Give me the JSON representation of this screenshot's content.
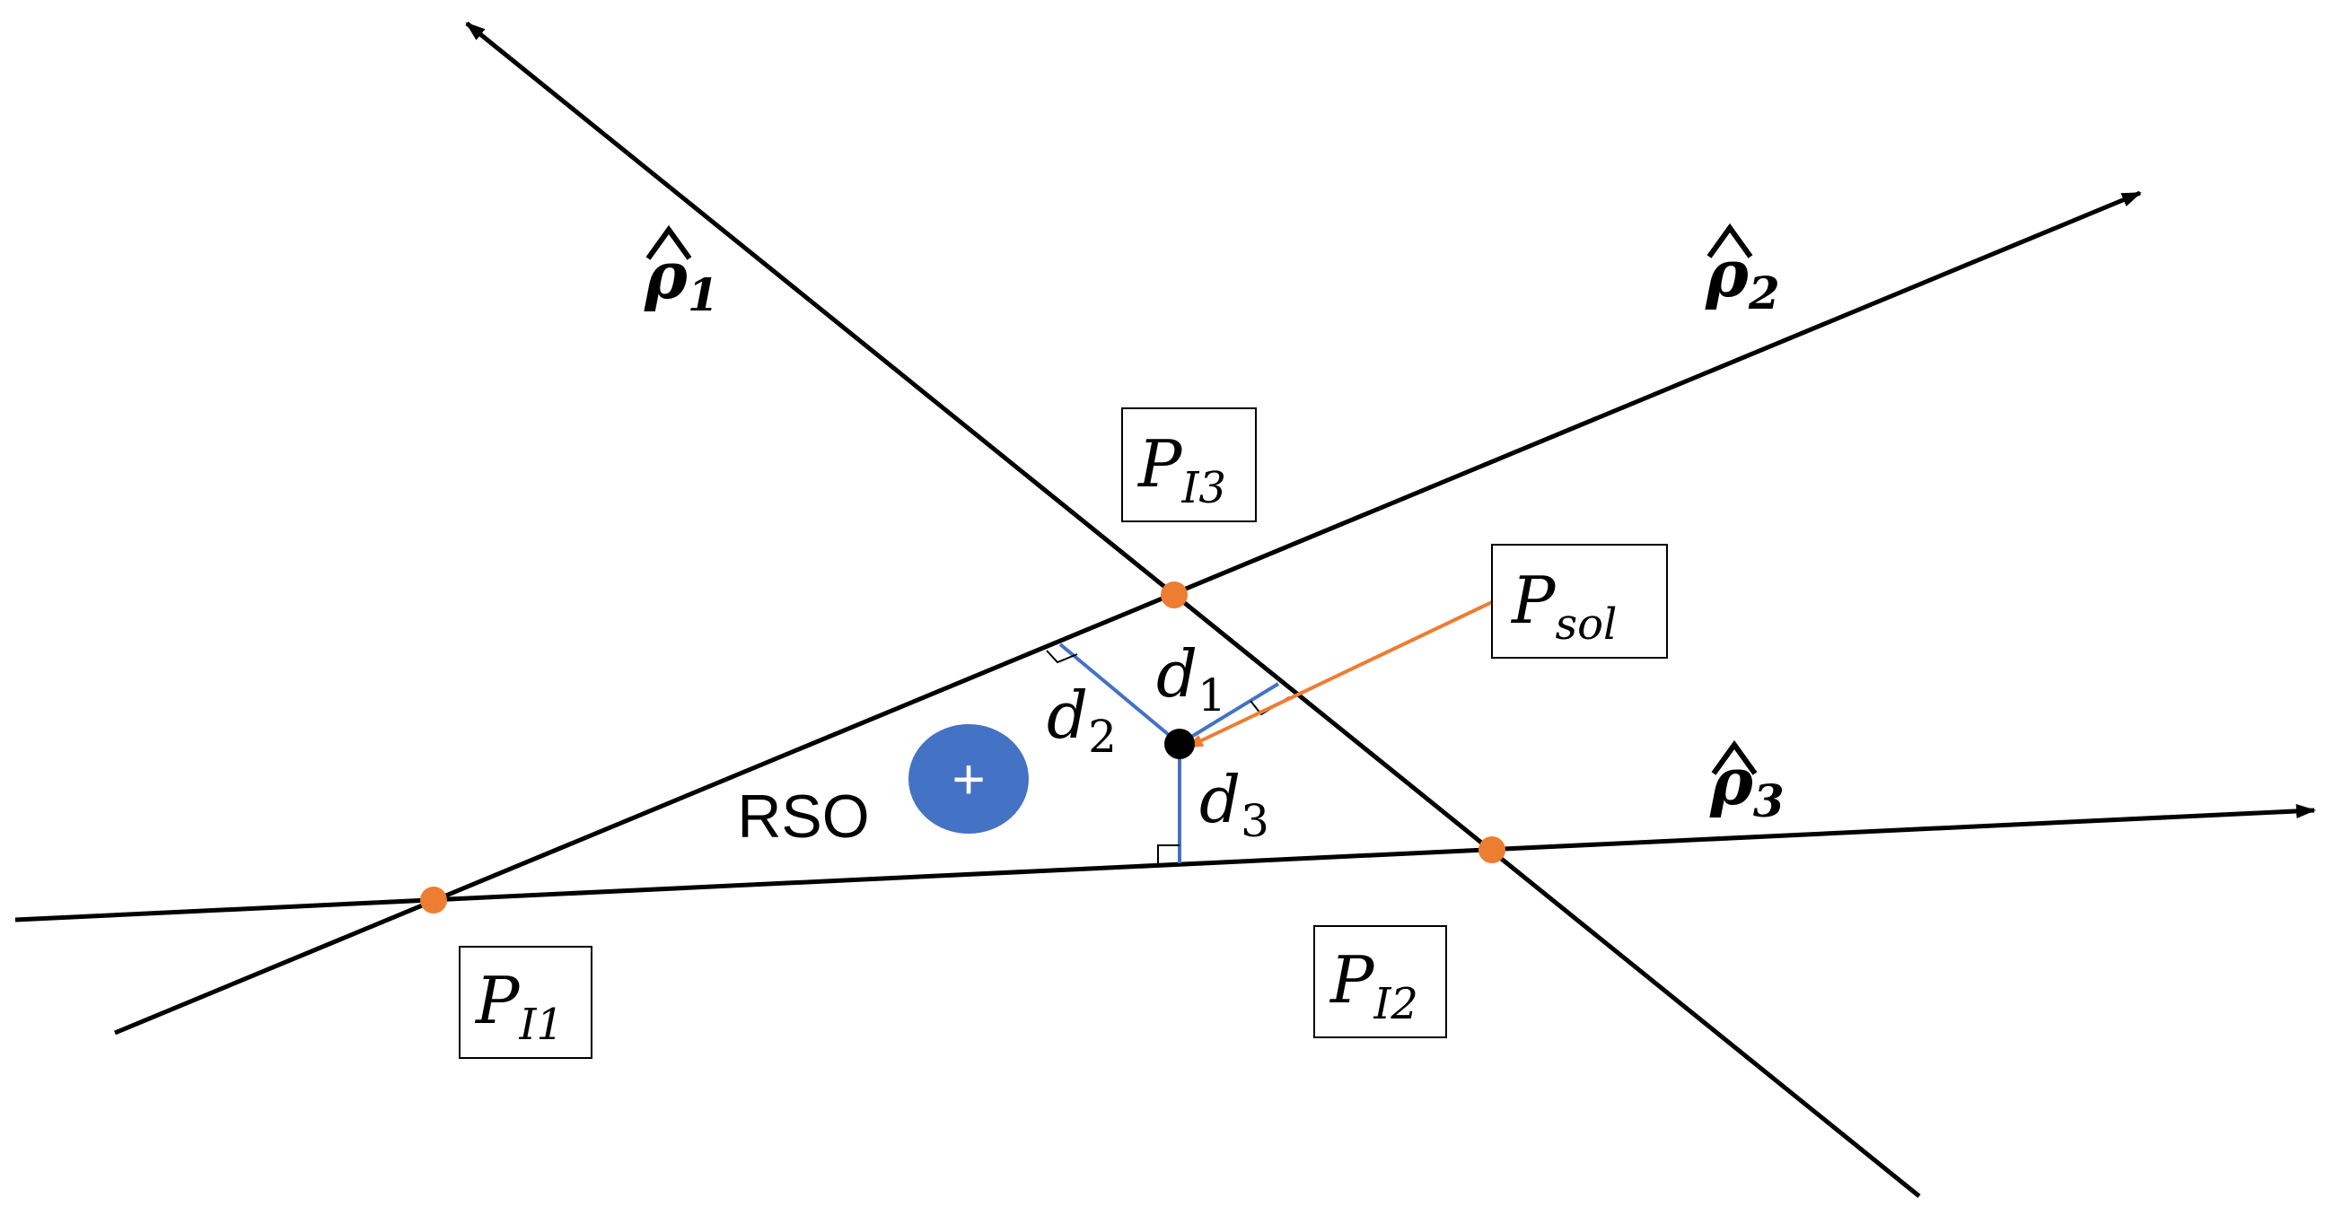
{
  "colors": {
    "line": "#000000",
    "perpendicular": "#4472c4",
    "intersection": "#ed7d31",
    "pointer": "#ed7d31",
    "rso_fill": "#4472c4",
    "solution_point": "#000000",
    "label_box_border": "#000000"
  },
  "rays": {
    "rho1": {
      "base": "ρ",
      "sub": "1"
    },
    "rho2": {
      "base": "ρ",
      "sub": "2"
    },
    "rho3": {
      "base": "ρ",
      "sub": "3"
    }
  },
  "intersections": {
    "p1": {
      "base": "P",
      "sub": "I1"
    },
    "p2": {
      "base": "P",
      "sub": "I2"
    },
    "p3": {
      "base": "P",
      "sub": "I3"
    }
  },
  "solution": {
    "base": "P",
    "sub": "sol"
  },
  "distances": {
    "d1": {
      "base": "d",
      "sub": "1"
    },
    "d2": {
      "base": "d",
      "sub": "2"
    },
    "d3": {
      "base": "d",
      "sub": "3"
    }
  },
  "rso": {
    "label": "RSO",
    "symbol": "+"
  }
}
